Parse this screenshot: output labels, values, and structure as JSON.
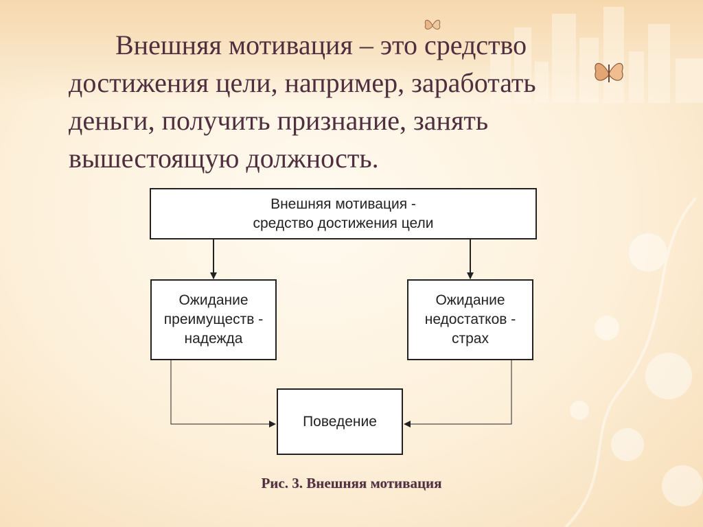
{
  "slide": {
    "lead_text": "Внешняя мотивация – это средство достижения цели, например, заработать деньги, получить признание, занять вышестоящую должность.",
    "caption": "Рис. 3. Внешняя мотивация"
  },
  "diagram": {
    "top": {
      "line1": "Внешняя мотивация -",
      "line2": "средство достижения цели"
    },
    "left": {
      "line1": "Ожидание",
      "line2": "преимуществ -",
      "line3": "надежда"
    },
    "right": {
      "line1": "Ожидание",
      "line2": "недостатков -",
      "line3": "страх"
    },
    "bottom": {
      "line1": "Поведение"
    }
  }
}
